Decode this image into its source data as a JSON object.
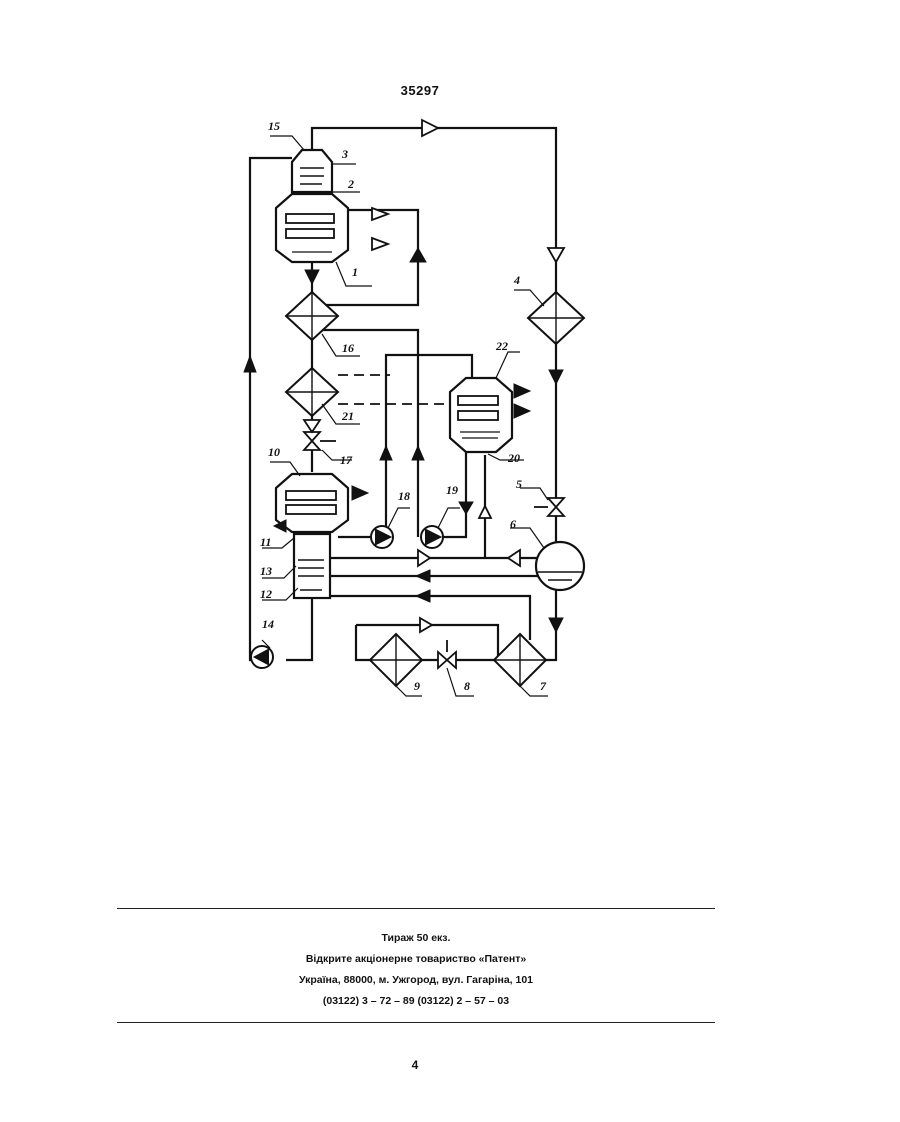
{
  "document": {
    "number": "35297",
    "page_number": "4"
  },
  "figure": {
    "callouts": [
      "15",
      "3",
      "2",
      "1",
      "4",
      "16",
      "21",
      "22",
      "10",
      "17",
      "18",
      "19",
      "20",
      "5",
      "6",
      "11",
      "13",
      "12",
      "14",
      "9",
      "8",
      "7"
    ]
  },
  "imprint": {
    "circulation": "Тираж 50 екз.",
    "publisher": "Відкрите акціонерне товариство «Патент»",
    "address": "Україна, 88000, м. Ужгород, вул. Гагаріна, 101",
    "phones": "(03122) 3 – 72 – 89   (03122) 2 – 57 – 03"
  }
}
